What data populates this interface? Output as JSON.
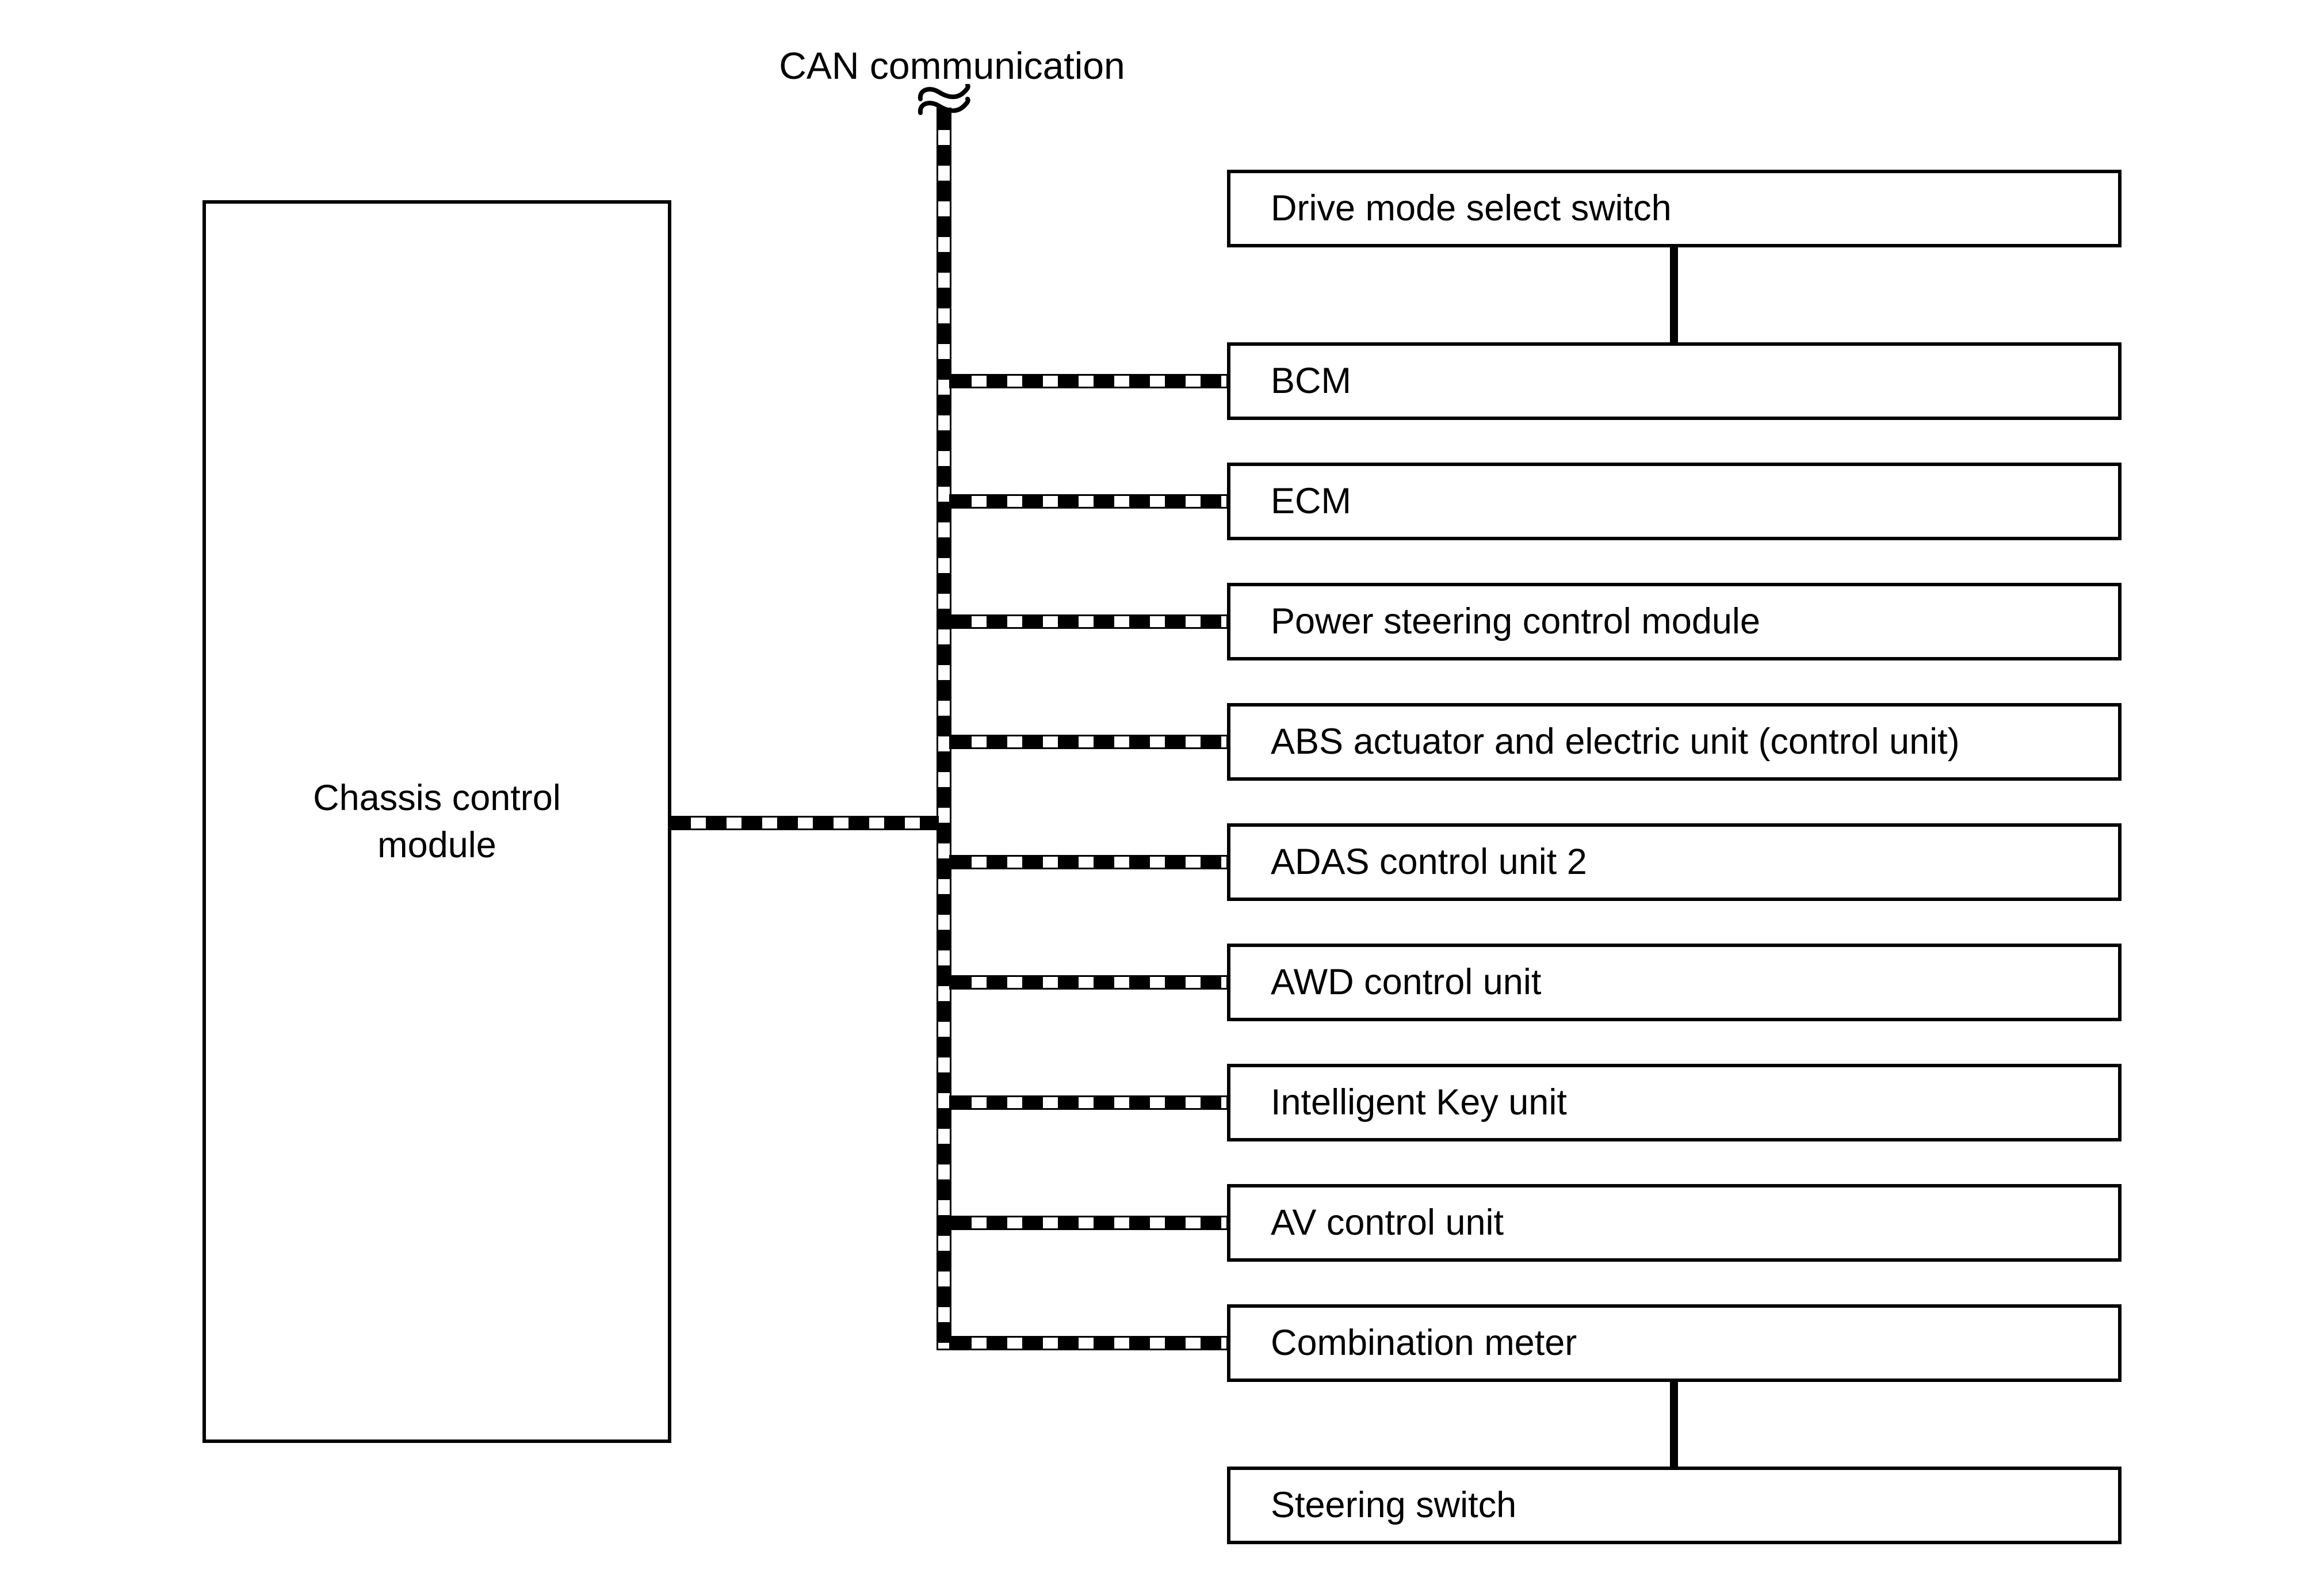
{
  "diagram": {
    "title": "CAN communication",
    "type": "vehicle network topology"
  },
  "colors": {
    "line": "#000000",
    "background": "#ffffff"
  },
  "chassis": {
    "label": "Chassis control module"
  },
  "nodes": [
    {
      "label": "Drive mode select switch"
    },
    {
      "label": "BCM"
    },
    {
      "label": "ECM"
    },
    {
      "label": "Power steering control module"
    },
    {
      "label": "ABS actuator and electric unit (control unit)"
    },
    {
      "label": "ADAS control unit 2"
    },
    {
      "label": "AWD control unit"
    },
    {
      "label": "Intelligent Key unit"
    },
    {
      "label": "AV control unit"
    },
    {
      "label": "Combination meter"
    },
    {
      "label": "Steering switch"
    }
  ],
  "connections": {
    "bus_label": "CAN communication",
    "bus_style": "black-and-white dashed line",
    "can_bus_members": [
      "Chassis control module",
      "BCM",
      "ECM",
      "Power steering control module",
      "ABS actuator and electric unit (control unit)",
      "ADAS control unit 2",
      "AWD control unit",
      "Intelligent Key unit",
      "AV control unit",
      "Combination meter"
    ],
    "direct_links": [
      {
        "from": "Drive mode select switch",
        "to": "BCM",
        "style": "solid line"
      },
      {
        "from": "Combination meter",
        "to": "Steering switch",
        "style": "solid line"
      }
    ]
  }
}
